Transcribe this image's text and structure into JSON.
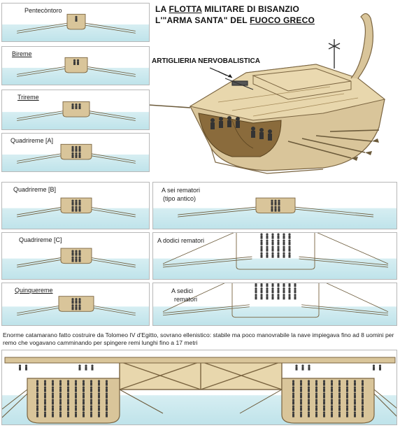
{
  "title": {
    "line1_prefix": "LA ",
    "line1_u": "FLOTTA",
    "line1_suffix": " MILITARE DI BISANZIO",
    "line2_prefix": "L'\"ARMA SANTA\" DEL ",
    "line2_u": "FUOCO GRECO"
  },
  "callout": "ARTIGLIERIA NERVOBALISTICA",
  "panels_left": [
    {
      "label": "Pentecòntoro",
      "underline": false,
      "rowers": 1
    },
    {
      "label": "Bireme",
      "underline": true,
      "rowers": 2
    },
    {
      "label": "Trireme",
      "underline": true,
      "rowers": 3
    },
    {
      "label": "Quadrireme [A]",
      "underline": false,
      "rowers": 4
    },
    {
      "label": "Quadrireme [B]",
      "underline": false,
      "rowers": 4
    },
    {
      "label": "Quadrireme [C]",
      "underline": false,
      "rowers": 4
    },
    {
      "label": "Quinquereme",
      "underline": true,
      "rowers": 5
    }
  ],
  "panels_right": [
    {
      "label1": "A sei rematori",
      "label2": "(tipo antico)",
      "rowers": 6
    },
    {
      "label1": "A dodici rematori",
      "label2": "",
      "rowers": 12
    },
    {
      "label1": "A sedici",
      "label2": "rematori",
      "rowers": 16
    }
  ],
  "caption": "Enorme catamarano fatto costruire da Tolomeo IV d'Egitto, sovrano ellenistico: stabile ma poco manovrabile la nave impiegava fino ad 8 uomini per remo che vogavano camminando per spingere remi lunghi fino a 17 metri",
  "colors": {
    "hull": "#d9c59a",
    "hull_dark": "#b89a63",
    "rower": "#3c3c3c",
    "water": "#bfe3ea",
    "oar": "#6b5a3a"
  }
}
